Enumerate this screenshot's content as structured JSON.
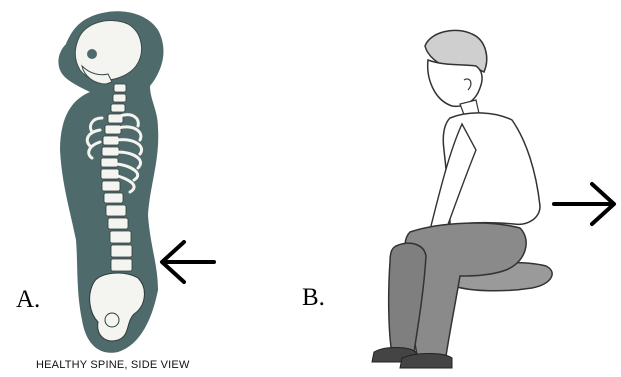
{
  "figure": {
    "panel_a": {
      "letter": "A.",
      "caption": "HEALTHY SPINE, SIDE VIEW"
    },
    "panel_b": {
      "letter": "B."
    }
  },
  "colors": {
    "body_fill": "#4f6a6a",
    "bone": "#f4f4f0",
    "ink": "#000000",
    "skin": "#ffffff",
    "pants": "#8a8a8a"
  }
}
